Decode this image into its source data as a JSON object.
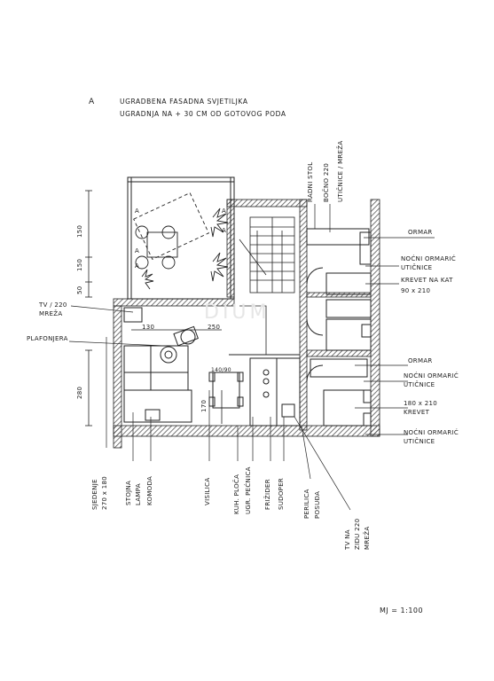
{
  "notes": {
    "marker": "A",
    "line1": "UGRADBENA FASADNA SVJETILJKA",
    "line2": "UGRADNJA NA + 30 CM OD GOTOVOG PODA"
  },
  "dimensions": {
    "d150a": "150",
    "d150b": "150",
    "d50": "50",
    "d280": "280",
    "d130": "130",
    "d250": "250",
    "d170": "170",
    "table": "140/90"
  },
  "labels_left": {
    "tv": "TV / 220",
    "tv_sub": "MREŽA",
    "plafonjera": "PLAFONJERA"
  },
  "labels_right": {
    "ormar1": "ORMAR",
    "nocni1": "NOĆNI ORMARIĆ",
    "nocni1_sub": "UTIČNICE",
    "krevet1": "KREVET NA KAT",
    "krevet1_size": "90 x 210",
    "ormar2": "ORMAR",
    "nocni2": "NOĆNI ORMARIĆ",
    "nocni2_sub": "UTIČNICE",
    "krevet2_size": "180 x 210",
    "krevet2": "KREVET",
    "nocni3": "NOĆNI ORMARIĆ",
    "nocni3_sub": "UTIČNICE"
  },
  "labels_top": {
    "radni_stol": "RADNI STOL",
    "bocno": "BOČNO 220",
    "uticnice": "UTIČNICE / MREŽA"
  },
  "labels_bottom": {
    "sjedenje": "SJEDENJE",
    "sjedenje_size": "270 x 180",
    "stojna": "STOJNA",
    "lampa": "LAMPA",
    "komoda": "KOMODA",
    "visilica": "VISILICA",
    "kuh_ploca": "KUH. PLOČA",
    "ugr_pecnica": "UGR. PEĆNICA",
    "frizider": "FRIŽIDER",
    "sudoper": "SUDOPER",
    "perilica": "PERILICA",
    "posuda": "POSUĐA",
    "tv_na": "TV NA",
    "tv_220": "ZIDU 220",
    "tv_mreza": "MREŽA"
  },
  "scale": "MJ = 1:100",
  "watermark": "DIUM"
}
